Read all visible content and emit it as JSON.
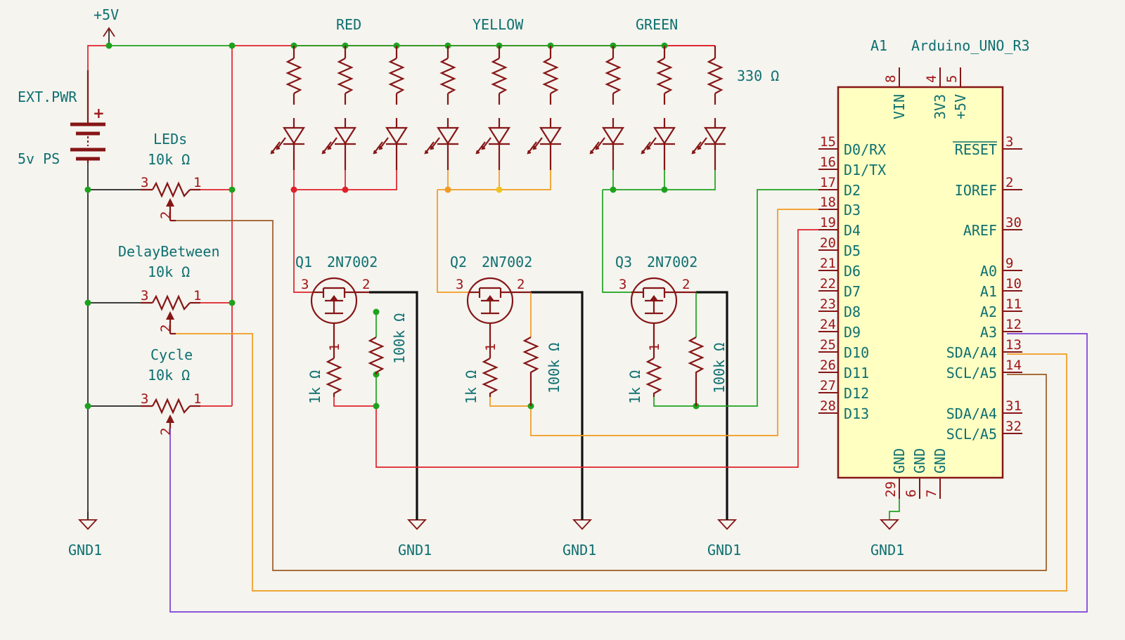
{
  "title_power": "+5V",
  "supply": {
    "ref": "EXT.PWR",
    "value": "5v PS"
  },
  "led_groups": {
    "red": "RED",
    "yellow": "YELLOW",
    "green": "GREEN"
  },
  "resistor_value": "330 Ω",
  "pots": [
    {
      "name": "LEDs",
      "value": "10k Ω"
    },
    {
      "name": "DelayBetween",
      "value": "10k Ω"
    },
    {
      "name": "Cycle",
      "value": "10k Ω"
    }
  ],
  "pot_pins": {
    "p1": "1",
    "p2": "2",
    "p3": "3"
  },
  "mosfets": [
    {
      "ref": "Q1",
      "part": "2N7002"
    },
    {
      "ref": "Q2",
      "part": "2N7002"
    },
    {
      "ref": "Q3",
      "part": "2N7002"
    }
  ],
  "fet_pins": {
    "g": "1",
    "d": "3",
    "s": "2"
  },
  "gate_res": "1k Ω",
  "pulldown_res": "100k Ω",
  "gnd_label": "GND1",
  "arduino": {
    "ref": "A1",
    "part": "Arduino_UNO_R3",
    "top_pins": [
      {
        "num": "8",
        "name": "VIN"
      },
      {
        "num": "4",
        "name": "3V3"
      },
      {
        "num": "5",
        "name": "+5V"
      }
    ],
    "left_pins": [
      {
        "num": "15",
        "name": "D0/RX"
      },
      {
        "num": "16",
        "name": "D1/TX"
      },
      {
        "num": "17",
        "name": "D2"
      },
      {
        "num": "18",
        "name": "D3"
      },
      {
        "num": "19",
        "name": "D4"
      },
      {
        "num": "20",
        "name": "D5"
      },
      {
        "num": "21",
        "name": "D6"
      },
      {
        "num": "22",
        "name": "D7"
      },
      {
        "num": "23",
        "name": "D8"
      },
      {
        "num": "24",
        "name": "D9"
      },
      {
        "num": "25",
        "name": "D10"
      },
      {
        "num": "26",
        "name": "D11"
      },
      {
        "num": "27",
        "name": "D12"
      },
      {
        "num": "28",
        "name": "D13"
      }
    ],
    "right_pins": [
      {
        "num": "3",
        "name": "RESET"
      },
      {
        "num": "2",
        "name": "IOREF"
      },
      {
        "num": "30",
        "name": "AREF"
      },
      {
        "num": "9",
        "name": "A0"
      },
      {
        "num": "10",
        "name": "A1"
      },
      {
        "num": "11",
        "name": "A2"
      },
      {
        "num": "12",
        "name": "A3"
      },
      {
        "num": "13",
        "name": "SDA/A4"
      },
      {
        "num": "14",
        "name": "SCL/A5"
      },
      {
        "num": "31",
        "name": "SDA/A4"
      },
      {
        "num": "32",
        "name": "SCL/A5"
      }
    ],
    "bottom_pins": [
      {
        "num": "29",
        "name": "GND"
      },
      {
        "num": "6",
        "name": "GND"
      },
      {
        "num": "7",
        "name": "GND"
      }
    ]
  }
}
